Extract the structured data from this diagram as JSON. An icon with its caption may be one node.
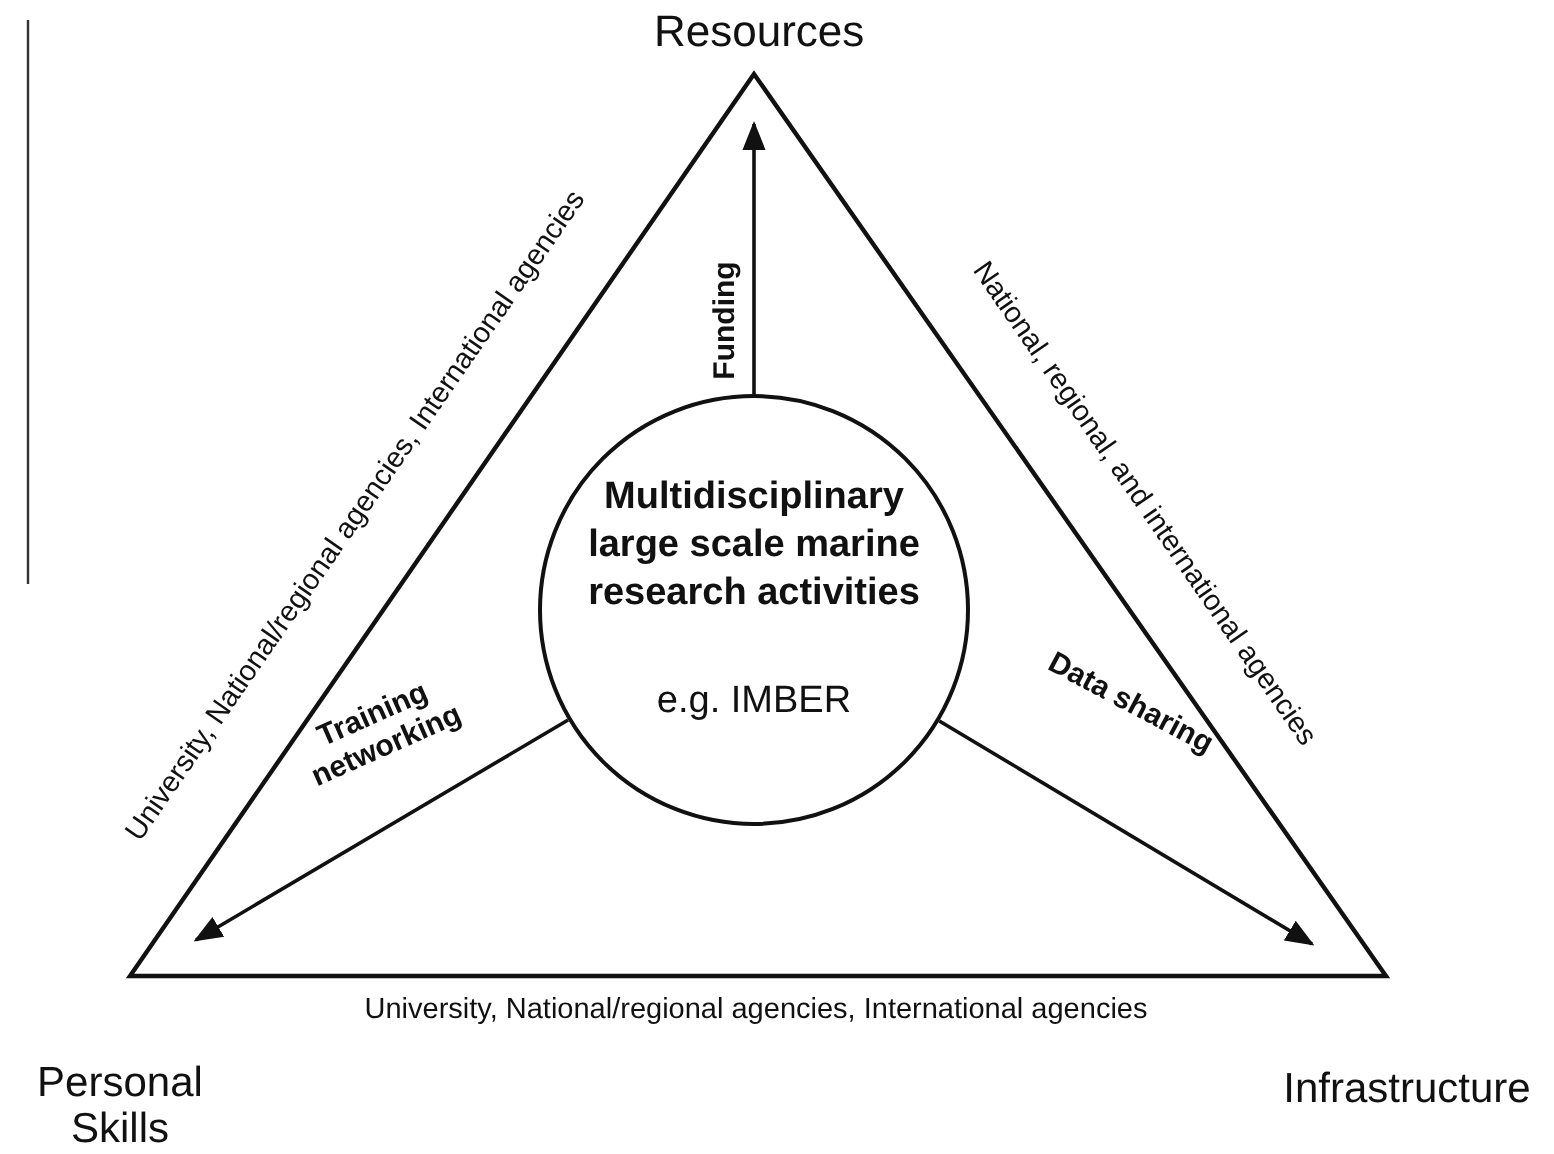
{
  "diagram": {
    "nodes": [
      {
        "text": [
          "Multidisciplinary large scale marine research activities",
          "e.g. IMBER"
        ]
      },
      {
        "text": [
          "Resources"
        ]
      },
      {
        "text": [
          "Personal Skills"
        ]
      },
      {
        "text": [
          "Infrastructure"
        ]
      }
    ],
    "edges": [
      {
        "from": 0,
        "to": 1,
        "arrow": "to",
        "label": "Funding"
      },
      {
        "from": 0,
        "to": 2,
        "arrow": "to",
        "label": "Training networking"
      },
      {
        "from": 0,
        "to": 3,
        "arrow": "to",
        "label": "Data sharing"
      }
    ],
    "labels": [
      "University, National/regional agencies, International agencies",
      "National, regional, and international agencies",
      "University, National/regional agencies, International agencies"
    ]
  }
}
